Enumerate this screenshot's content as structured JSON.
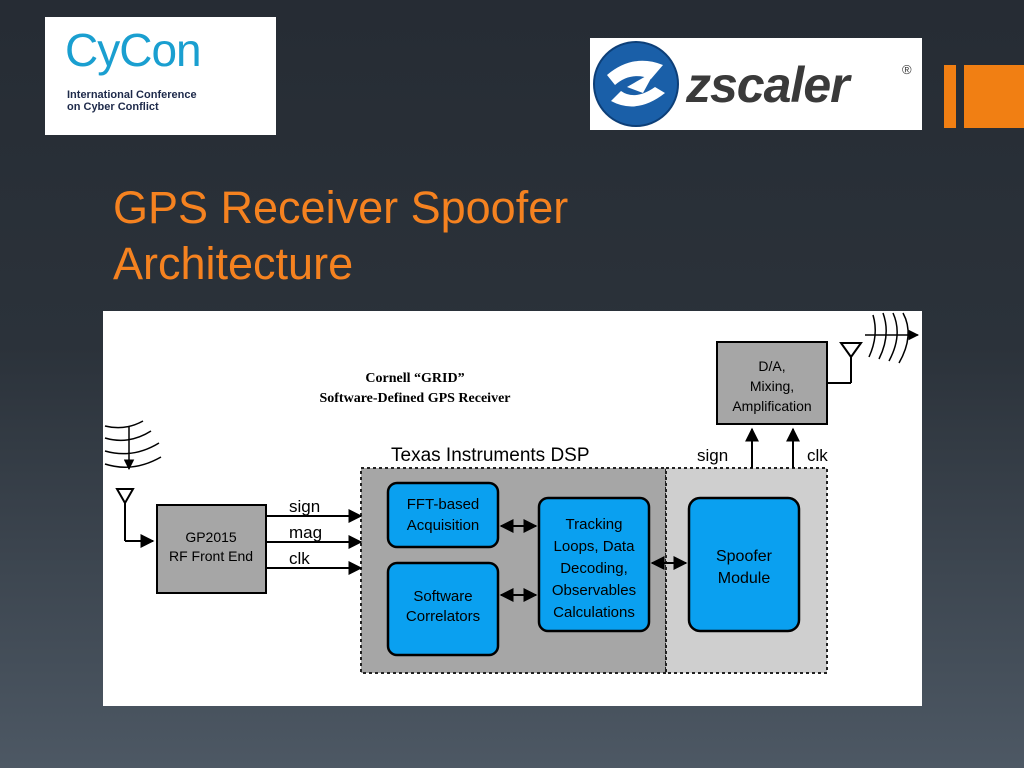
{
  "logos": {
    "cycon": {
      "brand": "CyCon",
      "line1": "International Conference",
      "line2": "on Cyber Conflict"
    },
    "zscaler": {
      "brand": "zscaler",
      "registered": "®"
    }
  },
  "colors": {
    "accent": "#f17f13",
    "title": "#f58220",
    "block_blue": "#0aa0f0",
    "block_gray": "#a6a6a6"
  },
  "title": {
    "line1": "GPS Receiver Spoofer",
    "line2": "Architecture"
  },
  "diagram": {
    "caption": {
      "line1": "Cornell “GRID”",
      "line2": "Software-Defined GPS Receiver"
    },
    "dsp_label": "Texas Instruments DSP",
    "rf_front_end": {
      "line1": "GP2015",
      "line2": "RF Front End"
    },
    "rf_signals": [
      "sign",
      "mag",
      "clk"
    ],
    "fft": {
      "line1": "FFT-based",
      "line2": "Acquisition"
    },
    "correlators": {
      "line1": "Software",
      "line2": "Correlators"
    },
    "tracking": {
      "line1": "Tracking",
      "line2": "Loops, Data",
      "line3": "Decoding,",
      "line4": "Observables",
      "line5": "Calculations"
    },
    "spoofer": {
      "line1": "Spoofer",
      "line2": "Module"
    },
    "da": {
      "line1": "D/A,",
      "line2": "Mixing,",
      "line3": "Amplification"
    },
    "out_signals": [
      "sign",
      "clk"
    ]
  }
}
